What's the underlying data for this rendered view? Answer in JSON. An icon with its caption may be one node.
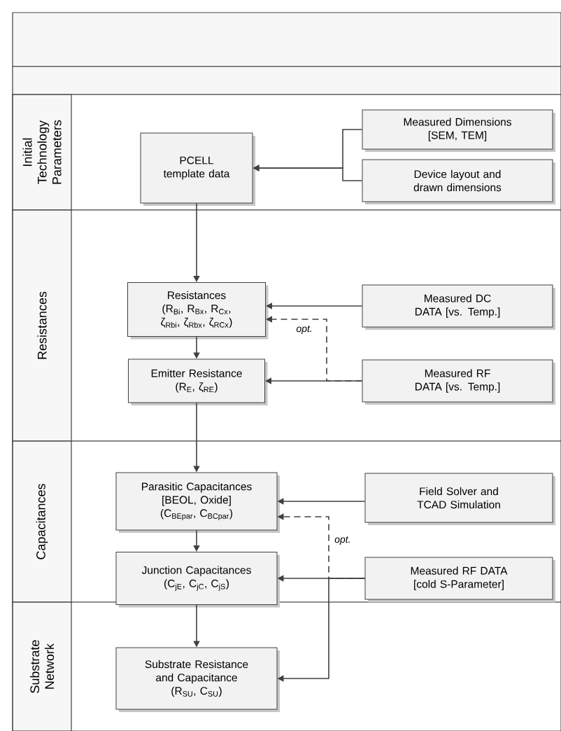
{
  "diagram": {
    "nodes": [
      {
        "text": [],
        "shape": "box"
      },
      {
        "text": [],
        "shape": "box"
      },
      {
        "text": [
          "Initial Technology Parameters"
        ]
      },
      {
        "text": [
          "Resistances"
        ]
      },
      {
        "text": [
          "Capacitances"
        ]
      },
      {
        "text": [
          "Substrate Network"
        ]
      },
      {
        "text": [
          "PCELL template data"
        ],
        "in": 2
      },
      {
        "text": [
          "Measured Dimensions [SEM, TEM]"
        ],
        "in": 2
      },
      {
        "text": [
          "Device layout and drawn dimensions"
        ],
        "in": 2
      },
      {
        "text": [
          "Resistances",
          "(R$_{Bi}$, R$_{Bx}$, R$_{Cx}$, ζ$_{Rbi}$, ζ$_{Rbx}$, ζ$_{RCx}$)"
        ],
        "in": 3
      },
      {
        "text": [
          "Measured DC DATA [vs. Temp.]"
        ],
        "in": 3
      },
      {
        "text": [
          "Emitter Resistance",
          "(R$_{E}$, ζ$_{RE}$)"
        ],
        "in": 3
      },
      {
        "text": [
          "Measured RF DATA [vs. Temp.]"
        ],
        "in": 3
      },
      {
        "text": [
          "Parasitic Capacitances",
          "[BEOL, Oxide]",
          "(C$_{BEpar}$, C$_{BCpar}$)"
        ],
        "in": 4
      },
      {
        "text": [
          "Field Solver and TCAD Simulation"
        ],
        "in": 4
      },
      {
        "text": [
          "Junction Capacitances",
          "(C$_{jE}$, C$_{jC}$, C$_{jS}$)"
        ],
        "in": 4
      },
      {
        "text": [
          "Measured RF DATA [cold S-Parameter]"
        ],
        "in": 4
      },
      {
        "text": [
          "Substrate Resistance and Capacitance",
          "(R$_{SU}$, C$_{SU}$)"
        ],
        "in": 5
      }
    ],
    "edges": [
      {
        "from": 7,
        "to": 6,
        "arrow": "to"
      },
      {
        "from": 8,
        "to": 6,
        "arrow": "to"
      },
      {
        "from": 6,
        "to": 9,
        "arrow": "to"
      },
      {
        "from": 10,
        "to": 9,
        "arrow": "to"
      },
      {
        "from": 12,
        "to": 9,
        "arrow": "to",
        "style": "dashed",
        "label": "opt."
      },
      {
        "from": 9,
        "to": 11,
        "arrow": "to"
      },
      {
        "from": 12,
        "to": 11,
        "arrow": "to"
      },
      {
        "from": 11,
        "to": 13,
        "arrow": "to"
      },
      {
        "from": 14,
        "to": 13,
        "arrow": "to"
      },
      {
        "from": 16,
        "to": 13,
        "arrow": "to",
        "style": "dashed",
        "label": "opt."
      },
      {
        "from": 13,
        "to": 15,
        "arrow": "to"
      },
      {
        "from": 16,
        "to": 15,
        "arrow": "to"
      },
      {
        "from": 15,
        "to": 17,
        "arrow": "to"
      },
      {
        "from": 16,
        "to": 17,
        "arrow": "to"
      }
    ]
  }
}
